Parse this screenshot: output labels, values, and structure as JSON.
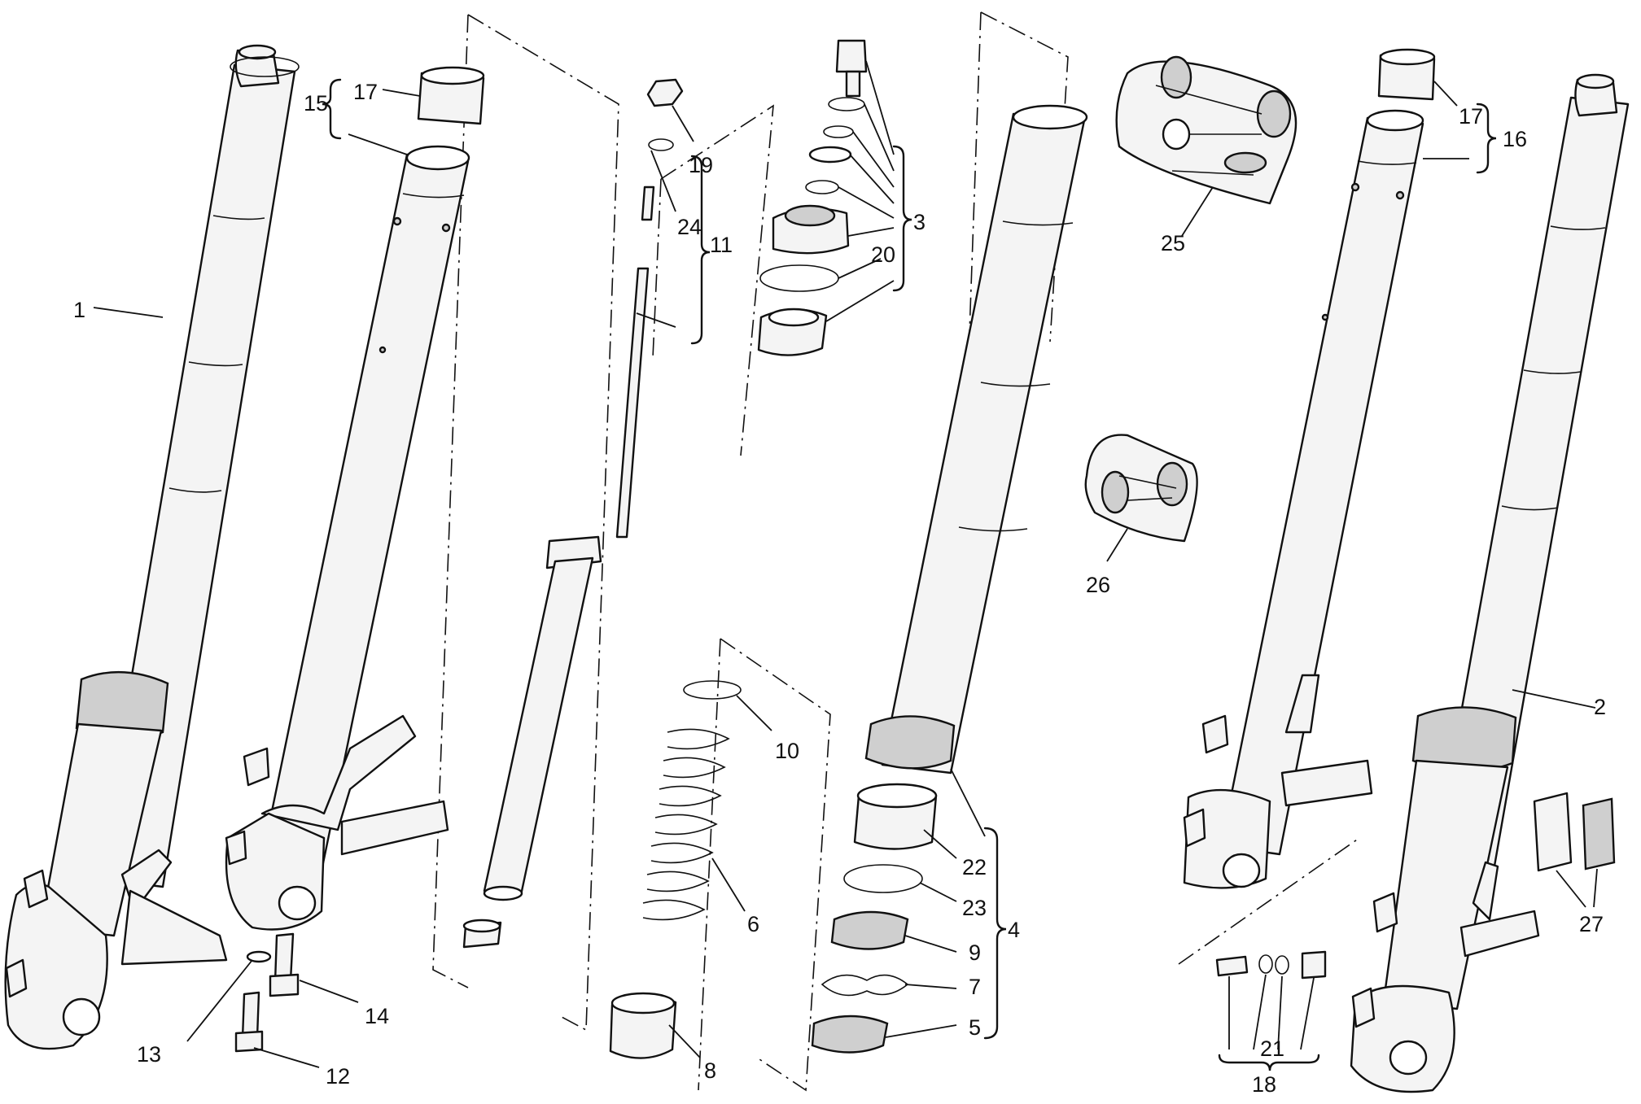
{
  "diagram": {
    "callouts": [
      {
        "id": "c1",
        "text": "1"
      },
      {
        "id": "c2",
        "text": "2"
      },
      {
        "id": "c3",
        "text": "3"
      },
      {
        "id": "c4",
        "text": "4"
      },
      {
        "id": "c5",
        "text": "5"
      },
      {
        "id": "c6",
        "text": "6"
      },
      {
        "id": "c7",
        "text": "7"
      },
      {
        "id": "c8",
        "text": "8"
      },
      {
        "id": "c9",
        "text": "9"
      },
      {
        "id": "c10",
        "text": "10"
      },
      {
        "id": "c11",
        "text": "11"
      },
      {
        "id": "c12",
        "text": "12"
      },
      {
        "id": "c13",
        "text": "13"
      },
      {
        "id": "c14",
        "text": "14"
      },
      {
        "id": "c15",
        "text": "15"
      },
      {
        "id": "c16",
        "text": "16"
      },
      {
        "id": "c17a",
        "text": "17"
      },
      {
        "id": "c17b",
        "text": "17"
      },
      {
        "id": "c18",
        "text": "18"
      },
      {
        "id": "c19",
        "text": "19"
      },
      {
        "id": "c20",
        "text": "20"
      },
      {
        "id": "c21",
        "text": "21"
      },
      {
        "id": "c22",
        "text": "22"
      },
      {
        "id": "c23",
        "text": "23"
      },
      {
        "id": "c24",
        "text": "24"
      },
      {
        "id": "c25",
        "text": "25"
      },
      {
        "id": "c26",
        "text": "26"
      },
      {
        "id": "c27",
        "text": "27"
      }
    ]
  }
}
